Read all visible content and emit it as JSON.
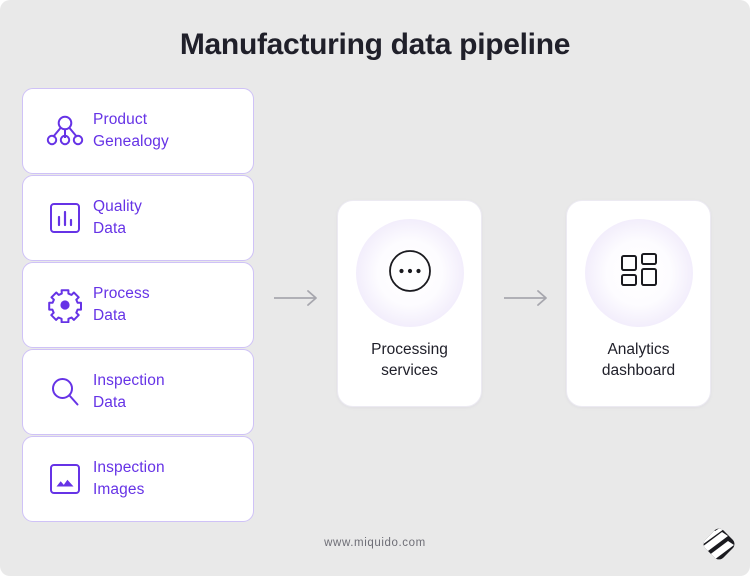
{
  "page": {
    "title": "Manufacturing data pipeline",
    "background_color": "#e9e9e9",
    "accent_color": "#6633e6",
    "text_color": "#20202a"
  },
  "sources": {
    "items": [
      {
        "label": "Product\nGenealogy",
        "icon": "hierarchy-icon"
      },
      {
        "label": "Quality\nData",
        "icon": "bar-chart-icon"
      },
      {
        "label": "Process\nData",
        "icon": "gear-icon"
      },
      {
        "label": "Inspection\nData",
        "icon": "magnifier-icon"
      },
      {
        "label": "Inspection\nImages",
        "icon": "image-icon"
      }
    ]
  },
  "flow": {
    "arrows": [
      {
        "name": "arrow-sources-to-processing"
      },
      {
        "name": "arrow-processing-to-analytics"
      }
    ],
    "stages": [
      {
        "label": "Processing\nservices",
        "icon": "dots-circle-icon"
      },
      {
        "label": "Analytics\ndashboard",
        "icon": "dashboard-grid-icon"
      }
    ]
  },
  "footer": {
    "url": "www.miquido.com",
    "logo": "miquido-logo"
  }
}
